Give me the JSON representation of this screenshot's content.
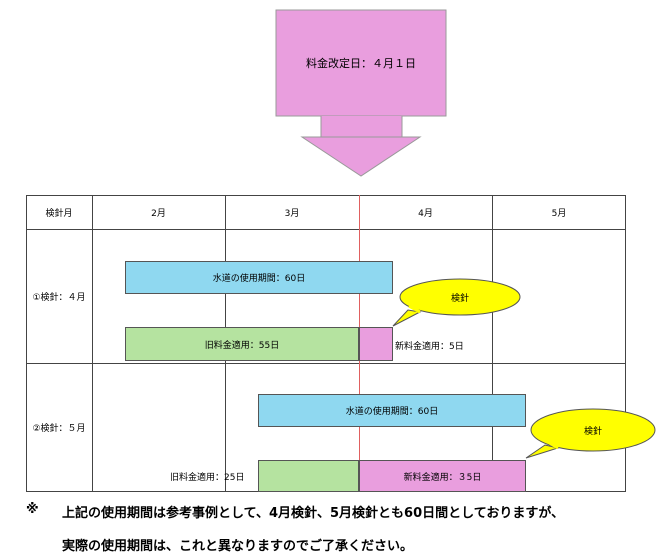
{
  "banner": {
    "text": "料金改定日：４月１日",
    "fill": "#e99ede"
  },
  "table": {
    "header_first": "検針月",
    "months": [
      "2月",
      "3月",
      "4月",
      "5月"
    ],
    "rows": [
      {
        "label": "①検針：４月",
        "water_period": "水道の使用期間：60日",
        "old_rate": "旧料金適用：55日",
        "new_rate": "新料金適用：5日",
        "callout": "検針"
      },
      {
        "label": "②検針：５月",
        "water_period": "水道の使用期間：60日",
        "old_rate": "旧料金適用：25日",
        "new_rate": "新料金適用：３5日",
        "callout": "検針"
      }
    ]
  },
  "colors": {
    "water_bar": "#8fd8f0",
    "old_rate_bar": "#b5e3a0",
    "new_rate_bar": "#e99ede",
    "callout": "#ffff00",
    "revision_line": "#e06060"
  },
  "note": {
    "mark": "※",
    "line1": "上記の使用期間は参考事例として、4月検針、5月検針とも60日間としておりますが、",
    "line2": "実際の使用期間は、これと異なりますのでご了承ください。"
  }
}
